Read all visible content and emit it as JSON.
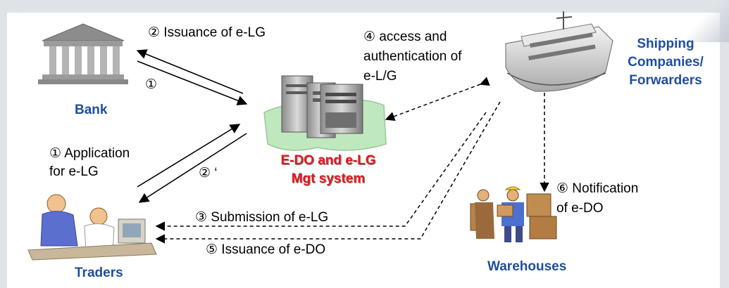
{
  "nodes": {
    "bank": "Bank",
    "system_line1": "E-DO and e-LG",
    "system_line2": "Mgt system",
    "shipping_line1": "Shipping",
    "shipping_line2": "Companies/",
    "shipping_line3": "Forwarders",
    "traders": "Traders",
    "warehouses": "Warehouses"
  },
  "edges": {
    "issuance_elg": "② Issuance of e-LG",
    "step1_bank": "①",
    "application_line1": "① Application",
    "application_line2": "for e-LG",
    "step2_prime": "② ‘",
    "access_line1": "④  access  and",
    "access_line2": "authentication of",
    "access_line3": "e-L/G",
    "submission_elg": "③ Submission of e-LG",
    "issuance_edo": "⑤ Issuance of e-DO",
    "notification_line1": "⑥ Notification",
    "notification_line2": "of e-DO"
  },
  "colors": {
    "node_label": "#1f4e9c",
    "system_label": "#e8161b",
    "arrow": "#000000"
  }
}
